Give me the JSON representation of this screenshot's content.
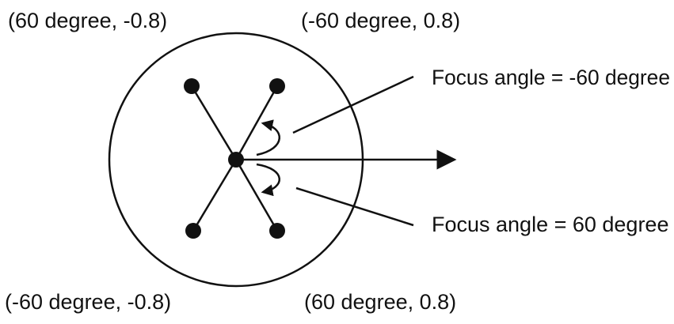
{
  "labels": {
    "top_left": "(60 degree, -0.8)",
    "top_right": "(-60 degree, 0.8)",
    "bottom_left": "(-60 degree, -0.8)",
    "bottom_right": "(60 degree, 0.8)",
    "focus_upper": "Focus angle = -60 degree",
    "focus_lower": "Focus angle = 60 degree"
  },
  "colors": {
    "ink": "#111111",
    "background": "#ffffff"
  }
}
